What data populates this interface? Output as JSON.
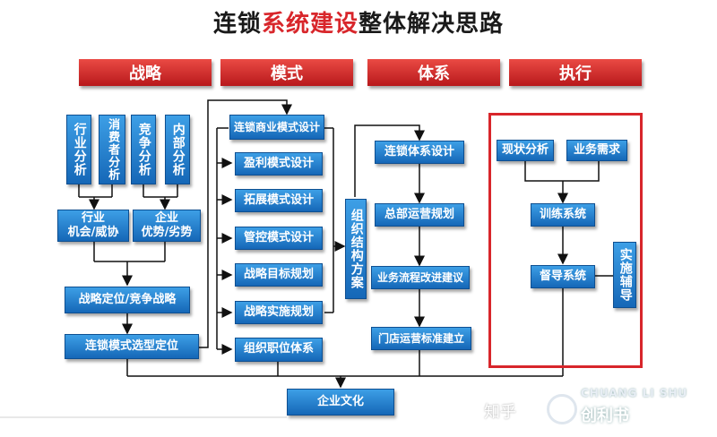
{
  "title": {
    "before": "连锁",
    "accent": "系统建设",
    "after": "整体解决思路"
  },
  "headers": [
    "战略",
    "模式",
    "体系",
    "执行"
  ],
  "strategy": {
    "analyses": [
      "行业分析",
      "消费者分析",
      "竞争分析",
      "内部分析"
    ],
    "industry_box": [
      "行业",
      "机会/威协"
    ],
    "company_box": [
      "企业",
      "优势/劣势"
    ],
    "positioning": "战略定位/竞争战略",
    "model_selection": "连锁模式选型定位"
  },
  "model": {
    "items": [
      "连锁商业模式设计",
      "盈利模式设计",
      "拓展模式设计",
      "管控模式设计",
      "战略目标规划",
      "战略实施规划",
      "组织职位体系"
    ]
  },
  "org_plan": "组织结构方案",
  "system": {
    "items": [
      "连锁体系设计",
      "总部运营规划",
      "业务流程改进建议",
      "门店运营标准建立"
    ]
  },
  "execution": {
    "status_analysis": "现状分析",
    "business_needs": "业务需求",
    "training": "训练系统",
    "supervision": "督导系统",
    "implementation": "实施辅导"
  },
  "culture": "企业文化",
  "watermark": {
    "zhihu": "知乎",
    "en": "CHUANG LI SHU",
    "cn": "创利书"
  },
  "colors": {
    "accent_red": "#d8262b",
    "box_blue": "#1e78c8",
    "header_red": "#c9201f"
  }
}
